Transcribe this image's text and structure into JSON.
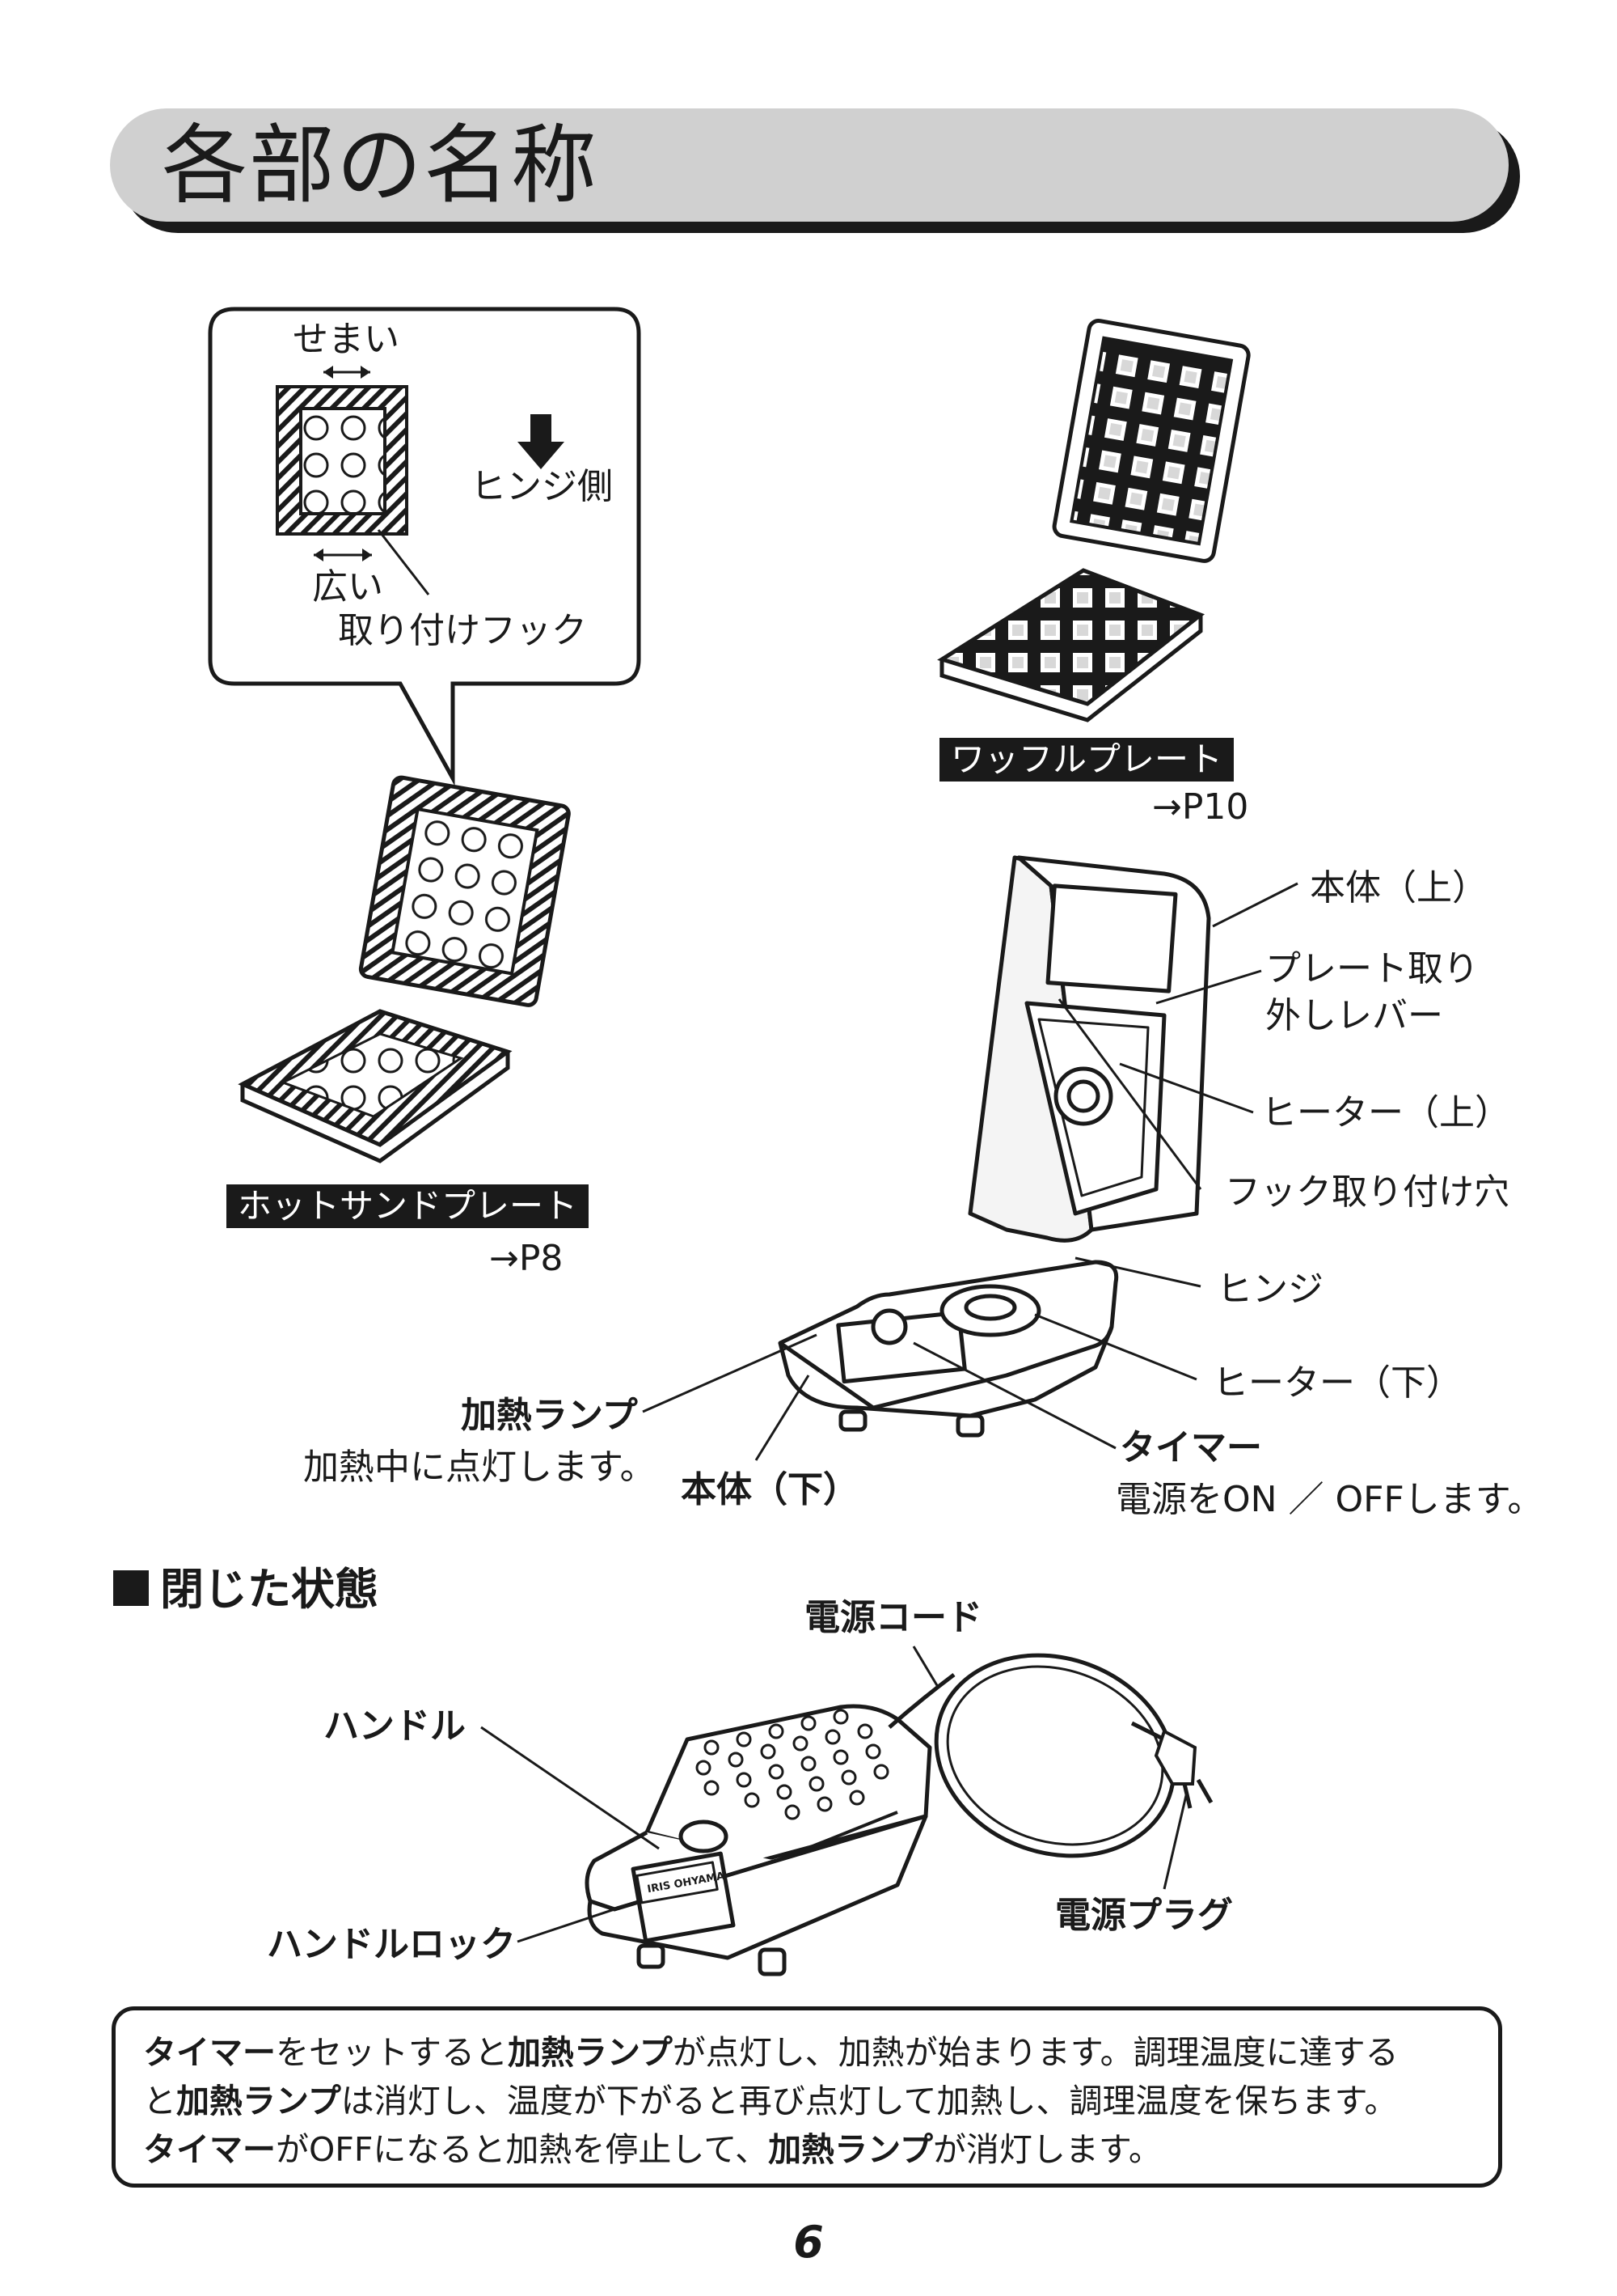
{
  "page": {
    "title": "各部の名称",
    "page_number": "6"
  },
  "inset": {
    "narrow": "せまい",
    "hinge_side": "ヒンジ側",
    "wide": "広い",
    "hook": "取り付けフック"
  },
  "plates": {
    "waffle": {
      "name": "ワッフルプレート",
      "ref": "→P10"
    },
    "hotsand": {
      "name": "ホットサンドプレート",
      "ref": "→P8"
    }
  },
  "parts": {
    "body_upper": "本体（上）",
    "plate_lever_1": "プレート取り",
    "plate_lever_2": "外しレバー",
    "heater_upper": "ヒーター（上）",
    "hook_hole": "フック取り付け穴",
    "hinge": "ヒンジ",
    "heater_lower": "ヒーター（下）",
    "timer": "タイマー",
    "timer_desc": "電源をON ／ OFFします。",
    "heat_lamp": "加熱ランプ",
    "heat_lamp_desc": "加熱中に点灯します。",
    "body_lower": "本体（下）"
  },
  "closed": {
    "section_title": "閉じた状態",
    "power_cord": "電源コード",
    "handle": "ハンドル",
    "handle_lock": "ハンドルロック",
    "power_plug": "電源プラグ",
    "brand": "IRIS OHYAMA"
  },
  "note": {
    "l1a": "タイマー",
    "l1b": "をセットすると",
    "l1c": "加熱ランプ",
    "l1d": "が点灯し、加熱が始まります。調理温度に達する",
    "l2a": "と",
    "l2b": "加熱ランプ",
    "l2c": "は消灯し、温度が下がると再び点灯して加熱し、調理温度を保ちます。",
    "l3a": "タイマー",
    "l3b": "がOFFになると加熱を停止して、",
    "l3c": "加熱ランプ",
    "l3d": "が消灯します。"
  }
}
